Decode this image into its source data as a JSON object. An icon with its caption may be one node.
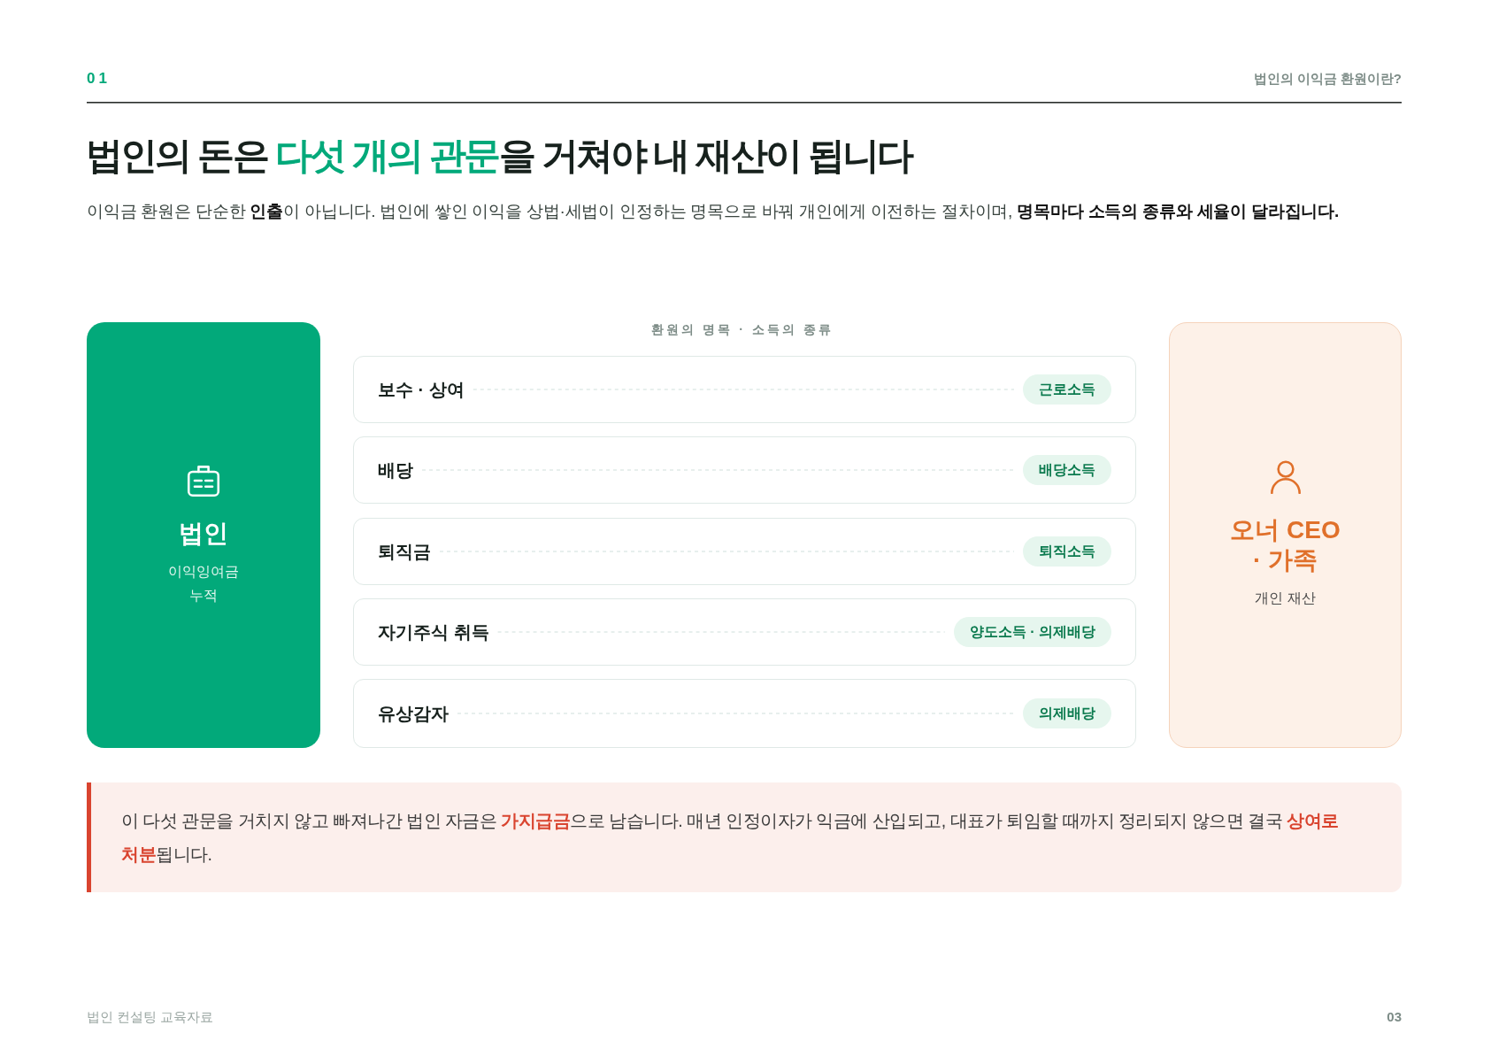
{
  "diagram": {
    "title": "법인의 돈은 **다섯 개의 관문**을 거쳐야 내 재산이 됩니다",
    "nodes": [
      {
        "text": [
          "법인",
          "이익잉여금 누적"
        ]
      },
      {
        "text": [],
        "shape": "box"
      },
      {
        "text": [
          "보수 · 상여"
        ],
        "in": 1
      },
      {
        "text": [
          "근로소득"
        ],
        "in": 1
      },
      {
        "text": [],
        "shape": "box"
      },
      {
        "text": [
          "배당"
        ],
        "in": 4
      },
      {
        "text": [
          "배당소득"
        ],
        "in": 4
      },
      {
        "text": [],
        "shape": "box"
      },
      {
        "text": [
          "퇴직금"
        ],
        "in": 7
      },
      {
        "text": [
          "퇴직소득"
        ],
        "in": 7
      },
      {
        "text": [],
        "shape": "box"
      },
      {
        "text": [
          "자기주식 취득"
        ],
        "in": 10
      },
      {
        "text": [
          "양도소득 · 의제배당"
        ],
        "in": 10
      },
      {
        "text": [],
        "shape": "box"
      },
      {
        "text": [
          "유상감자"
        ],
        "in": 13
      },
      {
        "text": [
          "의제배당"
        ],
        "in": 13
      },
      {
        "text": [
          "오너 CEO · 가족",
          "개인 재산"
        ]
      },
      {
        "text": [
          "이 다섯 관문을 거치지 않고 빠져나간 법인 자금은 **가지급금**으로 남습니다. 매년 인정이자가 익금에 산입되고, 대표가 퇴임할 때까지 정리되지 않으면 결국 **상여로 처분**됩니다."
        ]
      }
    ],
    "edges": [
      {
        "from": 2,
        "to": 3,
        "arrow": "none",
        "style": "dashed"
      },
      {
        "from": 5,
        "to": 6,
        "arrow": "none",
        "style": "dashed"
      },
      {
        "from": 8,
        "to": 9,
        "arrow": "none",
        "style": "dashed"
      },
      {
        "from": 11,
        "to": 12,
        "arrow": "none",
        "style": "dashed"
      },
      {
        "from": 14,
        "to": 15,
        "arrow": "none",
        "style": "dashed"
      }
    ],
    "labels": [
      "01",
      "법인의 이익금 환원이란?",
      "이익금 환원은 단순한 **인출**이 아닙니다. 법인에 쌓인 이익을 상법·세법이 인정하는 명목으로 바꿔 개인에게 이전하는 절차이며, **명목마다 소득의 종류와 세율이 달라집니다.**",
      "환원의 명목 · 소득의 종류",
      "법인 컨설팅 교육자료",
      "03"
    ]
  }
}
